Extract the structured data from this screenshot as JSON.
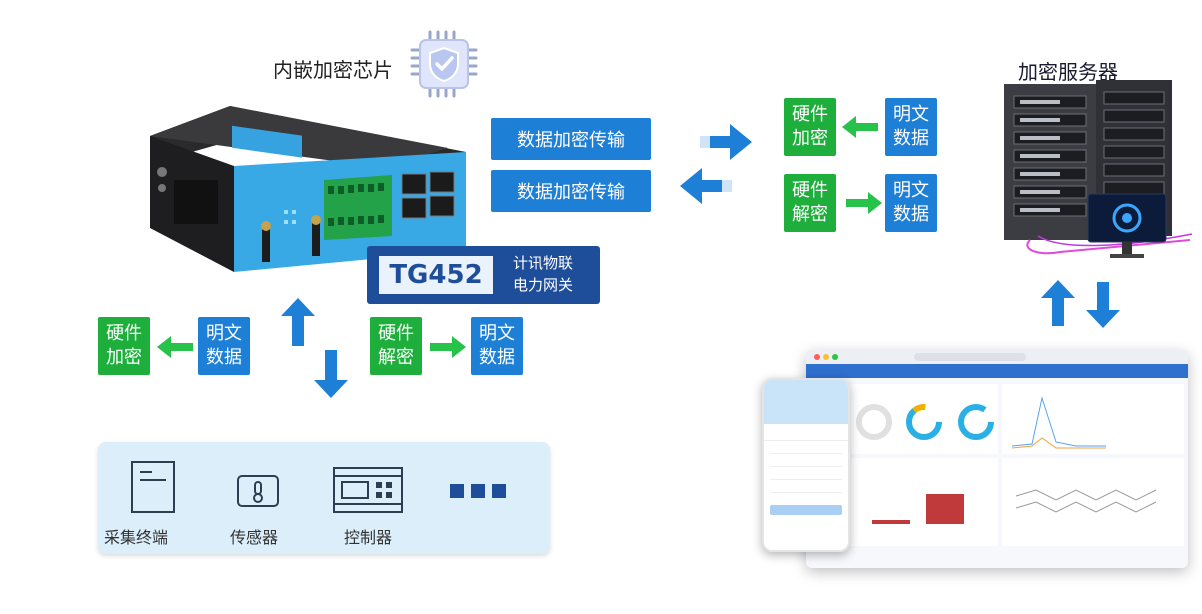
{
  "chip": {
    "label": "内嵌加密芯片",
    "icon": "chip-shield-icon"
  },
  "server": {
    "label": "加密服务器",
    "icon": "server-rack-icon"
  },
  "router": {
    "model": "TG452",
    "desc_line1": "计讯物联",
    "desc_line2": "电力网关",
    "icon": "router-device-icon"
  },
  "transfer": {
    "up_label": "数据加密传输",
    "down_label": "数据加密传输"
  },
  "right_flow": {
    "hw_encrypt": [
      "硬件",
      "加密"
    ],
    "plain_1": [
      "明文",
      "数据"
    ],
    "hw_decrypt": [
      "硬件",
      "解密"
    ],
    "plain_2": [
      "明文",
      "数据"
    ]
  },
  "left_flow": {
    "hw_encrypt": [
      "硬件",
      "加密"
    ],
    "plain_1": [
      "明文",
      "数据"
    ],
    "hw_decrypt": [
      "硬件",
      "解密"
    ],
    "plain_2": [
      "明文",
      "数据"
    ]
  },
  "devices": [
    {
      "label": "采集终端",
      "icon": "terminal-icon"
    },
    {
      "label": "传感器",
      "icon": "sensor-icon"
    },
    {
      "label": "控制器",
      "icon": "controller-icon"
    },
    {
      "label": "",
      "icon": "more-icon"
    }
  ],
  "colors": {
    "blue": "#1e7fd6",
    "green": "#1eae3c",
    "navy": "#1e4d9a",
    "panel": "#dbeefa",
    "red": "#c0393b"
  }
}
